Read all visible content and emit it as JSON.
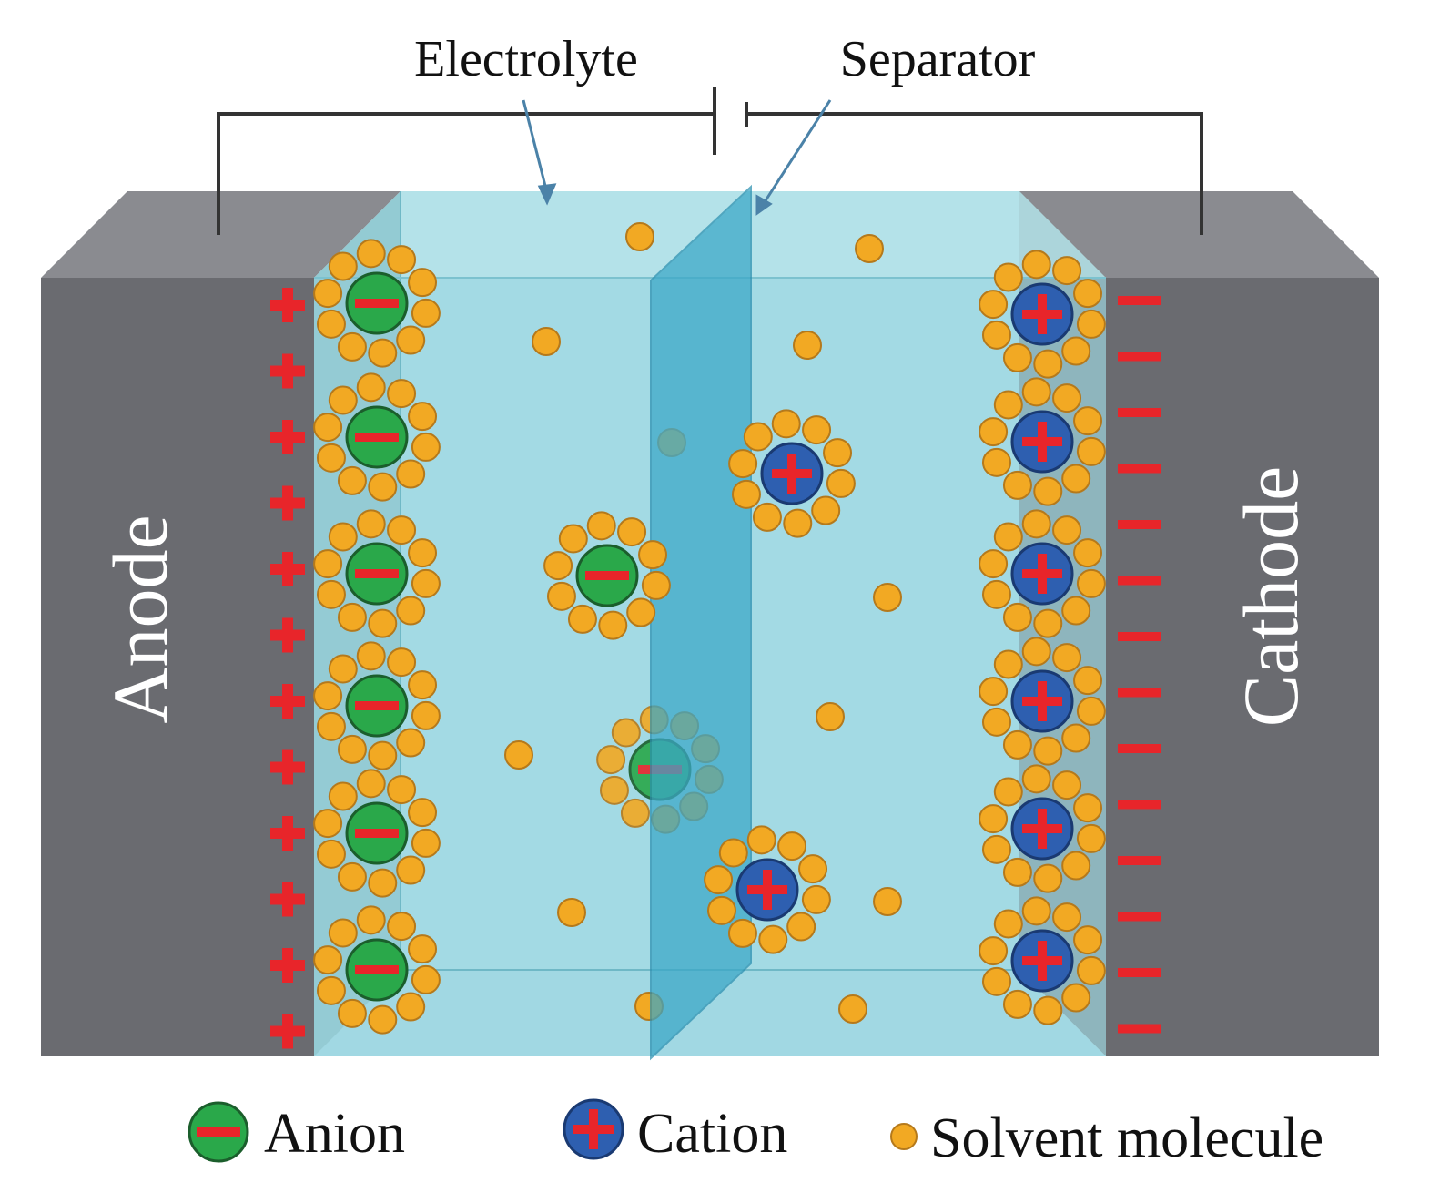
{
  "labels": {
    "electrolyte": "Electrolyte",
    "separator": "Separator",
    "anode": "Anode",
    "cathode": "Cathode"
  },
  "legend": {
    "anion": "Anion",
    "cation": "Cation",
    "solvent": "Solvent molecule"
  },
  "colors": {
    "electrode_front": "#6a6b70",
    "electrode_top": "#8a8b90",
    "electrolyte": "#a8dde6",
    "separator": "#3aa7c7",
    "anion": "#2aa84a",
    "cation": "#2e5fb0",
    "charge": "#e8252a",
    "solvent": "#f2a923",
    "solvent_stroke": "#b5791b",
    "wire": "#333333"
  }
}
